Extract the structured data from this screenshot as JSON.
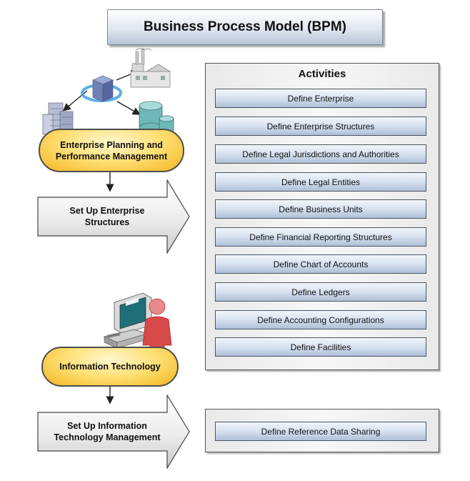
{
  "title": "Business Process Model (BPM)",
  "activities": {
    "heading": "Activities",
    "items": [
      "Define  Enterprise",
      "Define Enterprise Structures",
      "Define Legal Jurisdictions and Authorities",
      "Define Legal Entities",
      "Define Business Units",
      "Define Financial Reporting Structures",
      "Define Chart of Accounts",
      "Define Ledgers",
      "Define Accounting Configurations",
      "Define Facilities"
    ]
  },
  "enterprise": {
    "line1": "Enterprise Planning and",
    "line2": "Performance Management",
    "step_line1": "Set Up Enterprise",
    "step_line2": "Structures"
  },
  "it": {
    "label": "Information Technology",
    "step_line1": "Set Up Information",
    "step_line2": "Technology Management",
    "activity": "Define Reference Data Sharing"
  },
  "colors": {
    "pill": "#ffd34d",
    "activity_box": "#c6d3e4",
    "panel": "#f0f0f0"
  },
  "icons": [
    "factory-icon",
    "data-cube-icon",
    "office-building-icon",
    "database-icon",
    "computer-icon",
    "person-icon"
  ]
}
